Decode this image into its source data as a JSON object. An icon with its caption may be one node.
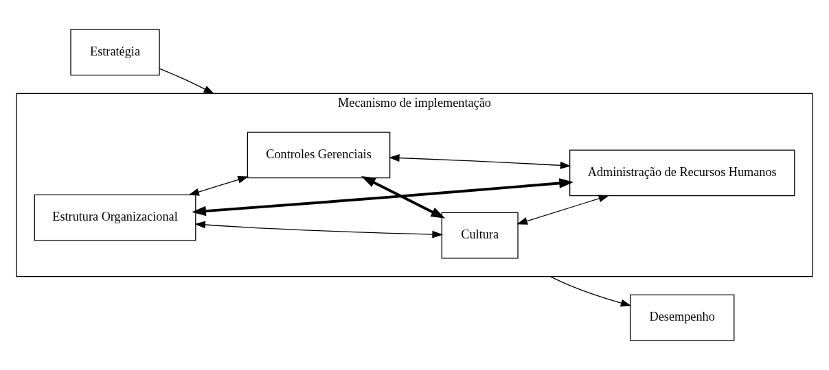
{
  "diagram": {
    "nodes": [
      {
        "text": [
          "Estratégia"
        ]
      },
      {
        "text": [
          "Mecanismo de implementação"
        ]
      },
      {
        "text": [
          "Controles Gerenciais"
        ],
        "in": 1
      },
      {
        "text": [
          "Estrutura Organizacional"
        ],
        "in": 1
      },
      {
        "text": [
          "Administração de Recursos Humanos"
        ],
        "in": 1
      },
      {
        "text": [
          "Cultura"
        ],
        "in": 1
      },
      {
        "text": [
          "Desempenho"
        ]
      }
    ],
    "edges": [
      {
        "from": 0,
        "to": 1,
        "arrow": "to"
      },
      {
        "from": 3,
        "to": 2,
        "arrow": "both"
      },
      {
        "from": 2,
        "to": 4,
        "arrow": "both"
      },
      {
        "from": 3,
        "to": 5,
        "arrow": "both"
      },
      {
        "from": 5,
        "to": 4,
        "arrow": "both"
      },
      {
        "from": 3,
        "to": 4,
        "arrow": "both",
        "style": "thick"
      },
      {
        "from": 2,
        "to": 5,
        "arrow": "both",
        "style": "thick"
      },
      {
        "from": 1,
        "to": 6,
        "arrow": "to"
      }
    ]
  }
}
